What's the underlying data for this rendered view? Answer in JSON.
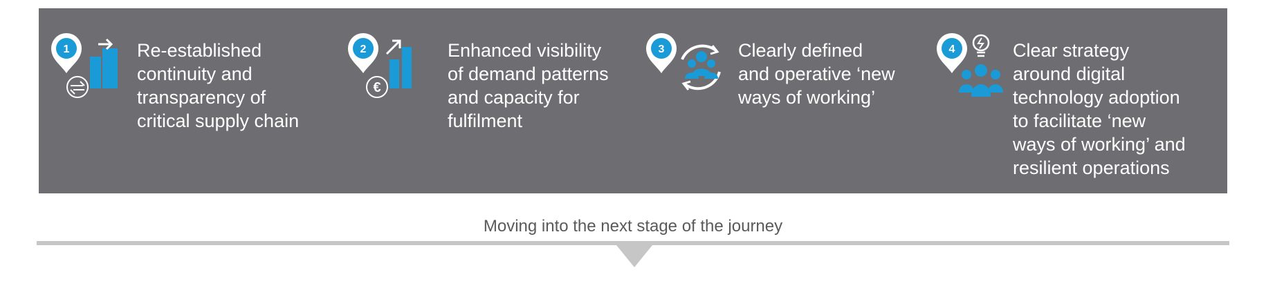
{
  "items": [
    {
      "number": "1",
      "icon": "supply-chain-icon",
      "lines": [
        "Re-established",
        "continuity and",
        "transparency of",
        "critical supply chain"
      ]
    },
    {
      "number": "2",
      "icon": "euro-growth-chart-icon",
      "lines": [
        "Enhanced visibility",
        "of demand patterns",
        "and capacity for",
        "fulfilment"
      ]
    },
    {
      "number": "3",
      "icon": "team-cycle-icon",
      "lines": [
        "Clearly defined",
        "and operative ‘new",
        "ways of working’"
      ]
    },
    {
      "number": "4",
      "icon": "team-idea-icon",
      "lines": [
        "Clear strategy",
        "around digital",
        "technology adoption",
        "to facilitate ‘new",
        "ways of working’ and",
        "resilient operations"
      ]
    }
  ],
  "footer": {
    "caption": "Moving into the next stage of the journey"
  },
  "colors": {
    "panel": "#6e6e72",
    "accent": "#1a9ad6",
    "bar": "#c6c6c6",
    "text_on_panel": "#ffffff"
  }
}
